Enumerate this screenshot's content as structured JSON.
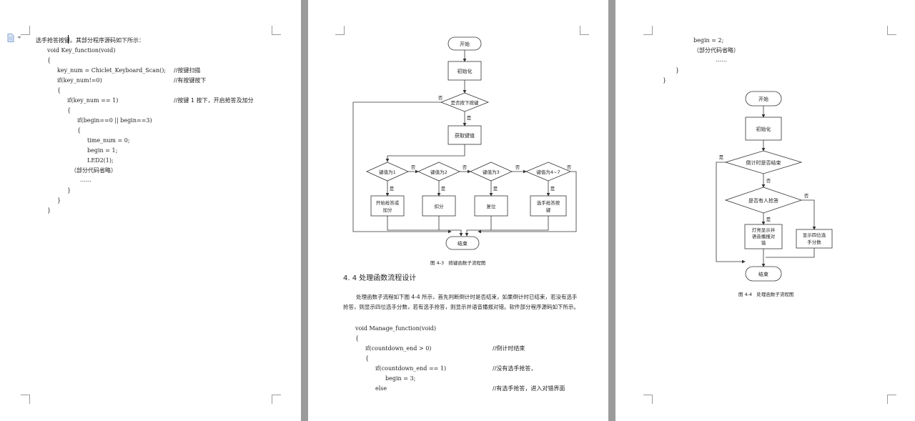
{
  "page1": {
    "intro": "选手抢答按键。其部分程序源码如下所示：",
    "code": [
      {
        "text": "void Key_function(void)",
        "comment": ""
      },
      {
        "text": "{",
        "comment": ""
      },
      {
        "text": "key_num = Chiclet_Keyboard_Scan();",
        "comment": "//按键扫描"
      },
      {
        "text": "if(key_num!=0)",
        "comment": "//有按键按下"
      },
      {
        "text": "{",
        "comment": ""
      },
      {
        "text": "if(key_num == 1)",
        "comment": "//按键 1 按下，开启抢答及加分"
      },
      {
        "text": "{",
        "comment": ""
      },
      {
        "text": "if(begin==0 || begin==3)",
        "comment": ""
      },
      {
        "text": "{",
        "comment": ""
      },
      {
        "text": "time_num = 0;",
        "comment": ""
      },
      {
        "text": "begin = 1;",
        "comment": ""
      },
      {
        "text": "LED2(1);",
        "comment": ""
      },
      {
        "text": "（部分代码省略）",
        "comment": ""
      },
      {
        "text": "……",
        "comment": ""
      },
      {
        "text": "}",
        "comment": ""
      },
      {
        "text": "}",
        "comment": ""
      },
      {
        "text": "}",
        "comment": ""
      }
    ]
  },
  "page2": {
    "flow": {
      "start": "开始",
      "init": "初始化",
      "pressed": "是否按下按键",
      "get": "获取键值",
      "k1": "键值为1",
      "k2": "键值为2",
      "k3": "键值为3",
      "k47": "键值为4~7",
      "a1": [
        "开始抢答或",
        "加分"
      ],
      "a2": "扣分",
      "a3": "复位",
      "a4": [
        "选手抢答按",
        "键"
      ],
      "end": "结束",
      "yes": "是",
      "no": "否"
    },
    "caption": "图 4-3   按键函数子流程图",
    "heading": "4. 4 处理函数流程设计",
    "para": "处理函数子流程如下图 4-4 所示，首先判断倒计时是否结束，如果倒计时已结束，若没有选手抢答，则显示四位选手分数，若有选手抢答，则显示并语音播报对错。软件部分程序源码如下所示。",
    "code": [
      {
        "text": "void Manage_function(void)",
        "comment": ""
      },
      {
        "text": "{",
        "comment": ""
      },
      {
        "text": "if(countdown_end > 0)",
        "comment": "//倒计时结束"
      },
      {
        "text": "{",
        "comment": ""
      },
      {
        "text": "if(countdown_end == 1)",
        "comment": "//没有选手抢答，"
      },
      {
        "text": "begin = 3;",
        "comment": ""
      },
      {
        "text": "else",
        "comment": "//有选手抢答，进入对错界面"
      }
    ]
  },
  "page3": {
    "code": [
      {
        "text": "begin = 2;"
      },
      {
        "text": "（部分代码省略）"
      },
      {
        "text": "……"
      },
      {
        "text": "}"
      },
      {
        "text": "}"
      }
    ],
    "flow": {
      "start": "开始",
      "init": "初始化",
      "countdown": "倒计时是否结束",
      "anyone": "是否有人抢答",
      "light": [
        "灯亮显示并",
        "语音播报对",
        "错"
      ],
      "show": [
        "显示四位选",
        "手分数"
      ],
      "end": "结束",
      "yes": "是",
      "no": "否"
    },
    "caption": "图 4-4   处理函数子流程图"
  }
}
